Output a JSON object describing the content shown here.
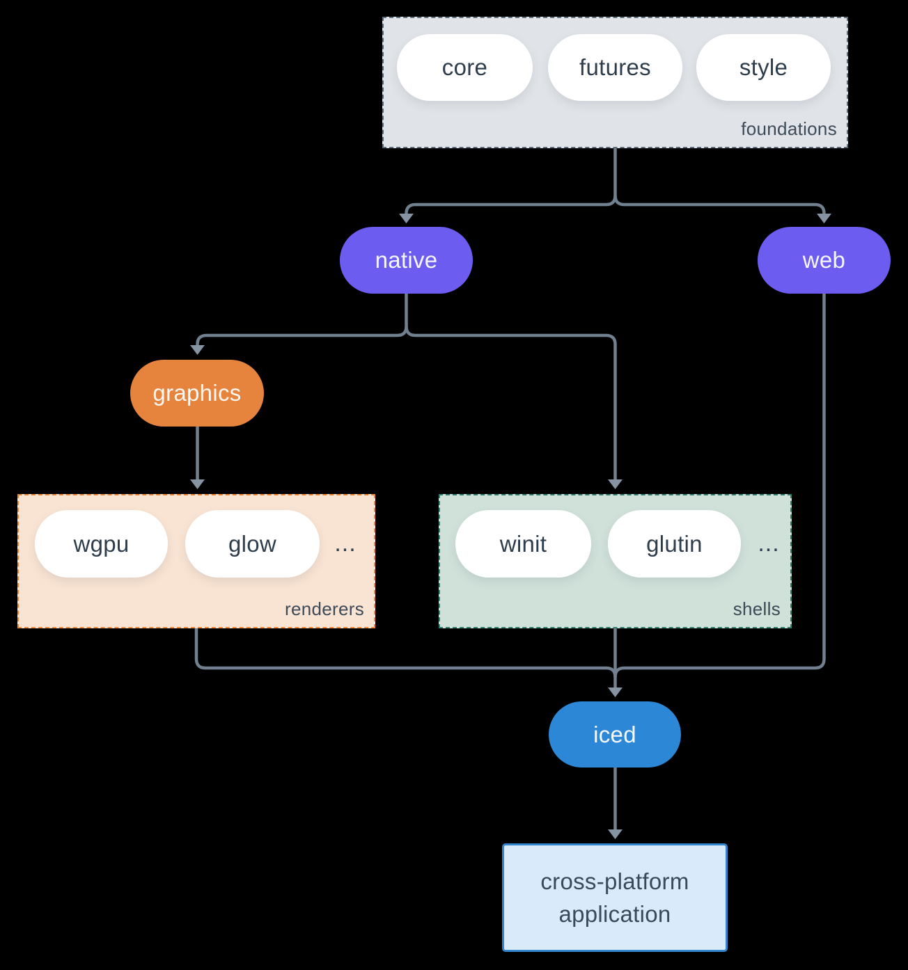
{
  "diagram": {
    "background_color": "#000000",
    "arrow_color": "#71808f",
    "groups": {
      "foundations": {
        "label": "foundations",
        "items": [
          "core",
          "futures",
          "style"
        ],
        "fill": "#e0e4e8",
        "border": "#5c6b7a"
      },
      "renderers": {
        "label": "renderers",
        "items": [
          "wgpu",
          "glow"
        ],
        "more": "...",
        "fill": "#f9e4d3",
        "border": "#ef8636"
      },
      "shells": {
        "label": "shells",
        "items": [
          "winit",
          "glutin"
        ],
        "more": "...",
        "fill": "#d0e1da",
        "border": "#2e8070"
      }
    },
    "nodes": {
      "native": {
        "label": "native",
        "fill": "#6c5cf0"
      },
      "web": {
        "label": "web",
        "fill": "#6c5cf0"
      },
      "graphics": {
        "label": "graphics",
        "fill": "#e6833d"
      },
      "iced": {
        "label": "iced",
        "fill": "#2d87d7"
      },
      "application": {
        "label": "cross-platform application",
        "fill": "#d9eafa",
        "border": "#3585cd"
      }
    }
  }
}
